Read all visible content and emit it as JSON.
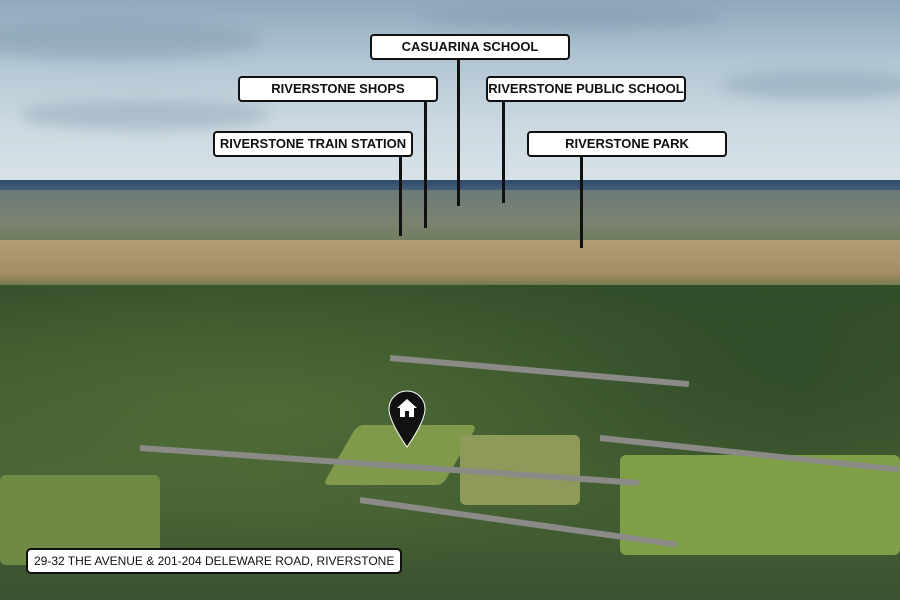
{
  "labels": {
    "casuarina_school": "CASUARINA SCHOOL",
    "riverstone_shops": "RIVERSTONE SHOPS",
    "riverstone_public_school": "RIVERSTONE PUBLIC SCHOOL",
    "riverstone_train_station": "RIVERSTONE TRAIN STATION",
    "riverstone_park": "RIVERSTONE PARK"
  },
  "address": "29-32 THE AVENUE & 201-204 DELEWARE ROAD, RIVERSTONE",
  "marker_icon": "house-pin-icon"
}
